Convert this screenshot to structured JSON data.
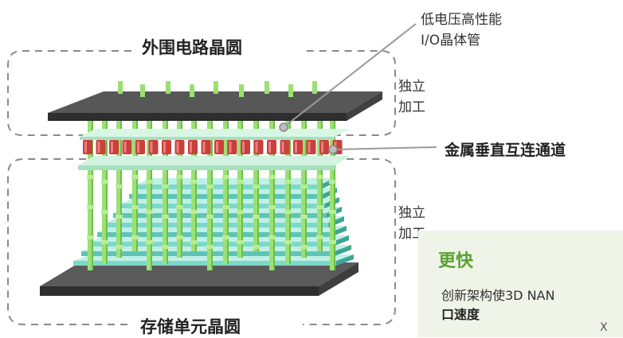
{
  "labels": {
    "peripheral_wafer": "外围电路晶圆",
    "cell_wafer": "存储单元晶圆",
    "io_transistor": [
      "低电压高性能",
      "I/O晶体管"
    ],
    "independent_process_top": [
      "独立",
      "加工"
    ],
    "independent_process_bottom": [
      "独立",
      "加工"
    ],
    "metal_vias": "金属垂直互连通道"
  },
  "card": {
    "heading": "更快",
    "line1": "创新架构使3D NAN",
    "line2": "口速度",
    "line3": "X"
  },
  "colors": {
    "top_plate": "#4d4d4d",
    "bottom_plate": "#3c3c3c",
    "pillar_green": "#9be072",
    "contact_red": "#c8403c",
    "step_teal": "#6fd0c2",
    "card_bg": "#eef4e7",
    "heading_green": "#5ba033"
  }
}
